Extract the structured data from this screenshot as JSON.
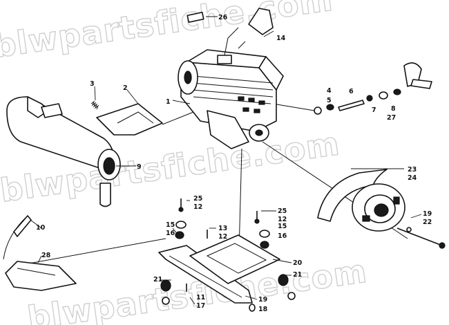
{
  "watermark": "blwpartsfiche.com",
  "callouts": {
    "c1": "1",
    "c2": "2",
    "c3": "3",
    "c4": "4",
    "c5": "5",
    "c6": "6",
    "c7": "7",
    "c8": "8",
    "c9": "9",
    "c10": "10",
    "c11": "11",
    "c12a": "12",
    "c12b": "12",
    "c12c": "12",
    "c13": "13",
    "c14": "14",
    "c15a": "15",
    "c15b": "15",
    "c16a": "16",
    "c16b": "16",
    "c17": "17",
    "c18": "18",
    "c19a": "19",
    "c19b": "19",
    "c20": "20",
    "c21a": "21",
    "c21b": "21",
    "c22": "22",
    "c23": "23",
    "c24": "24",
    "c25a": "25",
    "c25b": "25",
    "c26": "26",
    "c27": "27",
    "c28": "28"
  }
}
